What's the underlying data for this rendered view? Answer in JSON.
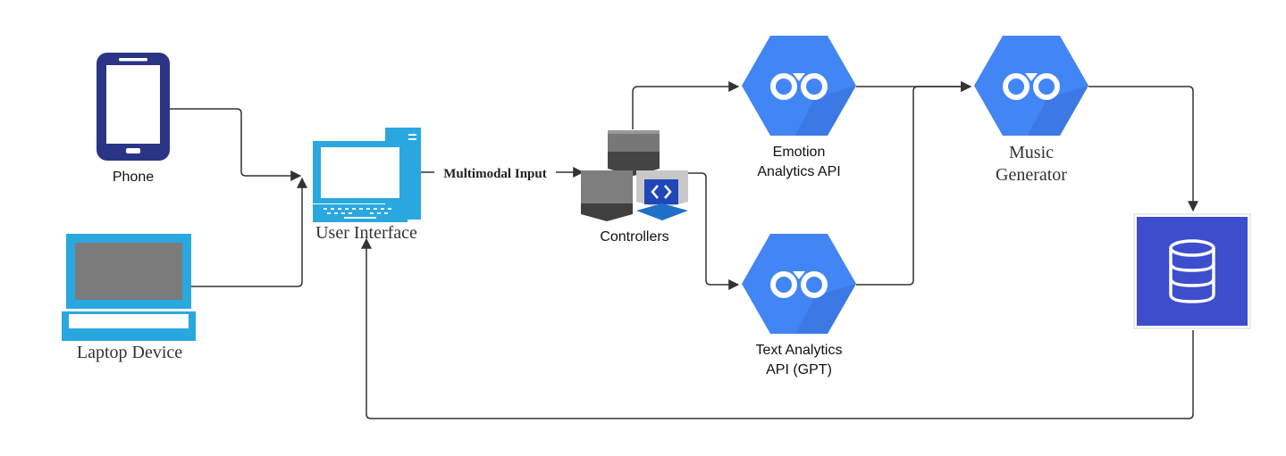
{
  "diagram": {
    "nodes": {
      "phone": {
        "label": "Phone",
        "icon": "phone-icon"
      },
      "laptop": {
        "label": "Laptop Device",
        "icon": "laptop-icon"
      },
      "ui": {
        "label": "User Interface",
        "icon": "desktop-computer-icon"
      },
      "controllers": {
        "label": "Controllers",
        "icon": "controllers-cubes-icon"
      },
      "emotion": {
        "label_line1": "Emotion",
        "label_line2": "Analytics API",
        "icon": "api-hexagon-icon"
      },
      "text": {
        "label_line1": "Text Analytics",
        "label_line2": "API (GPT)",
        "icon": "api-hexagon-icon"
      },
      "music": {
        "label_line1": "Music",
        "label_line2": "Generator",
        "icon": "api-hexagon-icon"
      },
      "database": {
        "label": "",
        "icon": "database-icon"
      }
    },
    "edges": {
      "multimodal": {
        "label": "Multimodal Input"
      }
    },
    "colors": {
      "phone_navy": "#2A3585",
      "device_blue": "#29A8E0",
      "hex_blue": "#4285F4",
      "hex_shade": "#3A70D8",
      "db_blue": "#3D4DCC",
      "cube_gray": "#7A7A7A",
      "code_blue": "#1F47B8"
    }
  }
}
